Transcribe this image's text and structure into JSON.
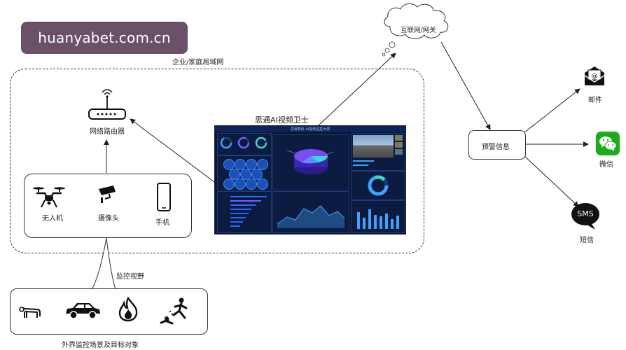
{
  "watermark": "huanyabet.com.cn",
  "lan_label": "企业/家庭局域网",
  "internet_label": "互联网/网关",
  "router_label": "网络路由器",
  "dashboard_label": "思通AI视频卫士",
  "dashboard_title": "思道数科  AI视频监控大屏",
  "devices": {
    "drone": "无人机",
    "camera": "摄像头",
    "phone": "手机"
  },
  "monitor_view_label": "监控视野",
  "scene_label": "外界监控场景及目标对象",
  "alert_label": "预警信息",
  "outputs": {
    "email": "邮件",
    "wechat": "微信",
    "sms": "短信",
    "sms_glyph": "SMS"
  },
  "colors": {
    "dashboard_bg": "#081633",
    "wechat_green": "#1aad19",
    "accent_blue": "#3ea2ff"
  }
}
